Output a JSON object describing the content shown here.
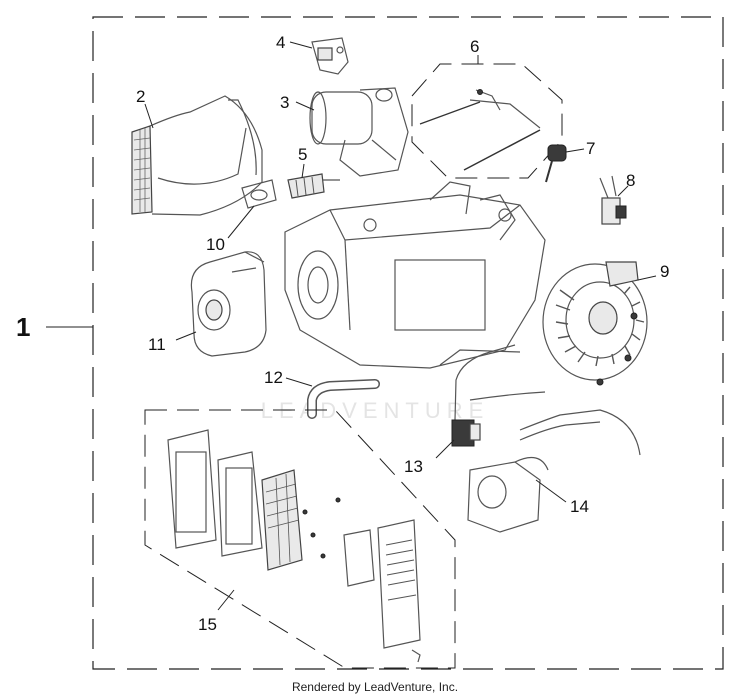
{
  "callouts": [
    "1",
    "2",
    "3",
    "4",
    "5",
    "6",
    "7",
    "8",
    "9",
    "10",
    "11",
    "12",
    "13",
    "14",
    "15"
  ],
  "watermark": "LEADVENTURE",
  "footer": "Rendered by LeadVenture, Inc."
}
